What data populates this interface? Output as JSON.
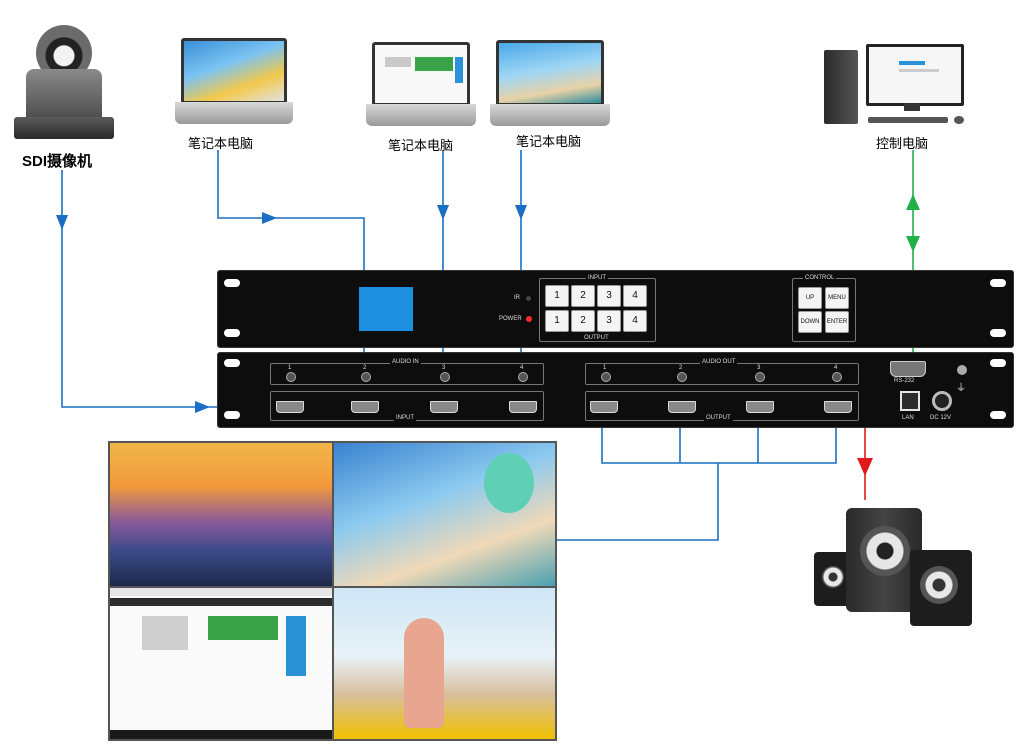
{
  "labels": {
    "camera": "SDI摄像机",
    "laptop1": "笔记本电脑",
    "laptop2": "笔记本电脑",
    "laptop3": "笔记本电脑",
    "control_pc": "控制电脑"
  },
  "front_panel": {
    "input_title": "INPUT",
    "output_title": "OUTPUT",
    "control_title": "CONTROL",
    "power_label": "POWER",
    "ir_label": "IR",
    "input_buttons": [
      "1",
      "2",
      "3",
      "4"
    ],
    "output_buttons": [
      "1",
      "2",
      "3",
      "4"
    ],
    "control_buttons": [
      "UP",
      "MENU",
      "DOWN",
      "ENTER"
    ]
  },
  "rear_panel": {
    "audio_in_title": "AUDIO IN",
    "audio_out_title": "AUDIO OUT",
    "input_title": "INPUT",
    "output_title": "OUTPUT",
    "audio_in_ports": [
      "1",
      "2",
      "3",
      "4"
    ],
    "audio_out_ports": [
      "1",
      "2",
      "3",
      "4"
    ],
    "rs232_label": "RS-232",
    "lan_label": "LAN",
    "dc_label": "DC 12V"
  },
  "colors": {
    "video_line": "#1a6fc4",
    "control_line": "#22b04b",
    "audio_line": "#e01a1a",
    "lcd": "#1e8fe0"
  }
}
